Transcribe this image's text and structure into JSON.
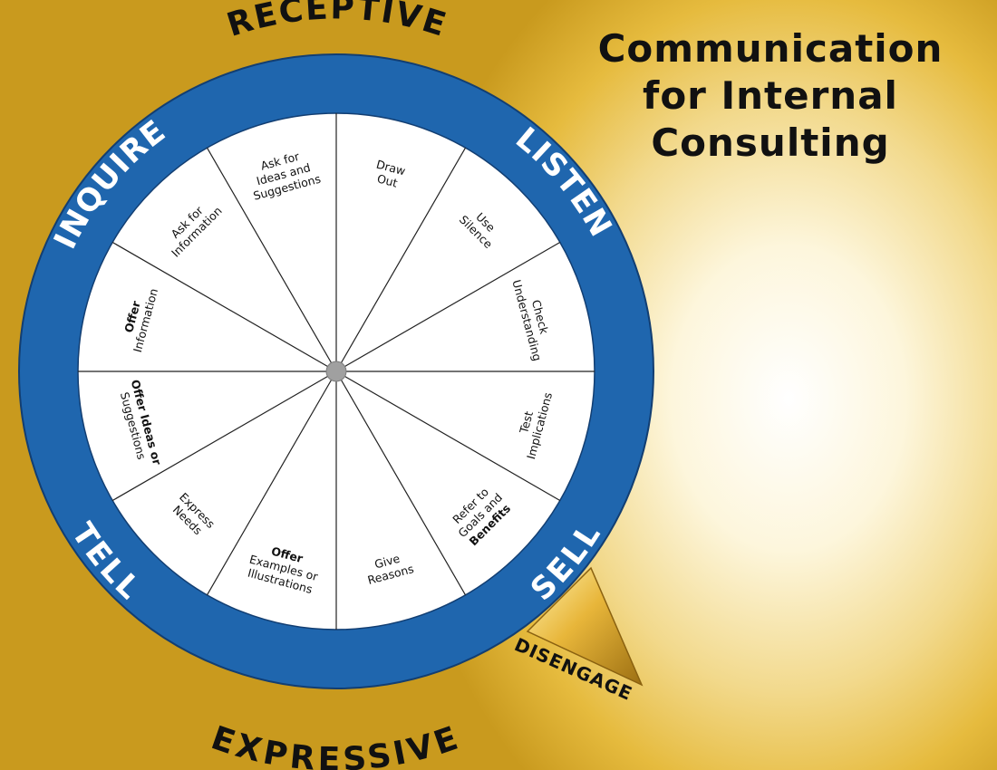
{
  "title": {
    "line1": "Communication",
    "line2": "for Internal",
    "line3": "Consulting"
  },
  "outer_labels": {
    "top": "RECEPTIVE",
    "bottom": "EXPRESSIVE"
  },
  "ring_labels": {
    "inquire": "INQUIRE",
    "listen": "LISTEN",
    "tell": "TELL",
    "sell": "SELL"
  },
  "disengage": "DISENGAGE",
  "segments": [
    {
      "lines": [
        {
          "t": "Draw"
        },
        {
          "t": "Out"
        }
      ]
    },
    {
      "lines": [
        {
          "t": "Use"
        },
        {
          "t": "Silence"
        }
      ]
    },
    {
      "lines": [
        {
          "t": "Check"
        },
        {
          "t": "Understanding"
        }
      ]
    },
    {
      "lines": [
        {
          "t": "Test"
        },
        {
          "t": "Implications"
        }
      ]
    },
    {
      "lines": [
        {
          "t": "Refer to"
        },
        {
          "t": "Goals and"
        },
        {
          "t": "Benefits",
          "bold": true
        }
      ]
    },
    {
      "lines": [
        {
          "t": "Give"
        },
        {
          "t": "Reasons"
        }
      ]
    },
    {
      "lines": [
        {
          "t": "Offer",
          "bold": true
        },
        {
          "t": "Examples or"
        },
        {
          "t": "Illustrations"
        }
      ]
    },
    {
      "lines": [
        {
          "t": "Express"
        },
        {
          "t": "Needs"
        }
      ]
    },
    {
      "lines": [
        {
          "t": "Offer Ideas or",
          "bold": true
        },
        {
          "t": "Suggestions"
        }
      ]
    },
    {
      "lines": [
        {
          "t": "Offer",
          "bold": true
        },
        {
          "t": "Information"
        }
      ]
    },
    {
      "lines": [
        {
          "t": "Ask for"
        },
        {
          "t": "Information"
        }
      ]
    },
    {
      "lines": [
        {
          "t": "Ask for"
        },
        {
          "t": "Ideas and"
        },
        {
          "t": "Suggestions"
        }
      ]
    }
  ],
  "colors": {
    "ring_blue": "#1f66ae",
    "ring_border": "#123e72",
    "hub_gray": "#a0a0a0",
    "gold": "#e2b53a"
  }
}
